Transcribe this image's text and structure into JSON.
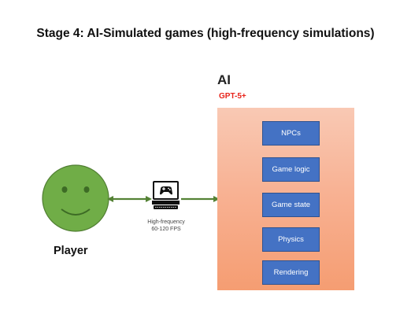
{
  "title": "Stage 4: AI-Simulated games (high-frequency simulations)",
  "ai": {
    "label": "AI",
    "model": "GPT-5+",
    "modules": [
      "NPCs",
      "Game logic",
      "Game state",
      "Physics",
      "Rendering"
    ]
  },
  "player": {
    "label": "Player",
    "icon": "smiley-face-icon"
  },
  "connection": {
    "icon": "computer-gamepad-icon",
    "line1": "High-frequency",
    "line2": "60-120 FPS"
  },
  "colors": {
    "face": "#70ad47",
    "arrow": "#548235",
    "module": "#4472c4",
    "model_label": "#e8231a",
    "ai_box_top": "#f9c9b4",
    "ai_box_bottom": "#f59d72"
  }
}
